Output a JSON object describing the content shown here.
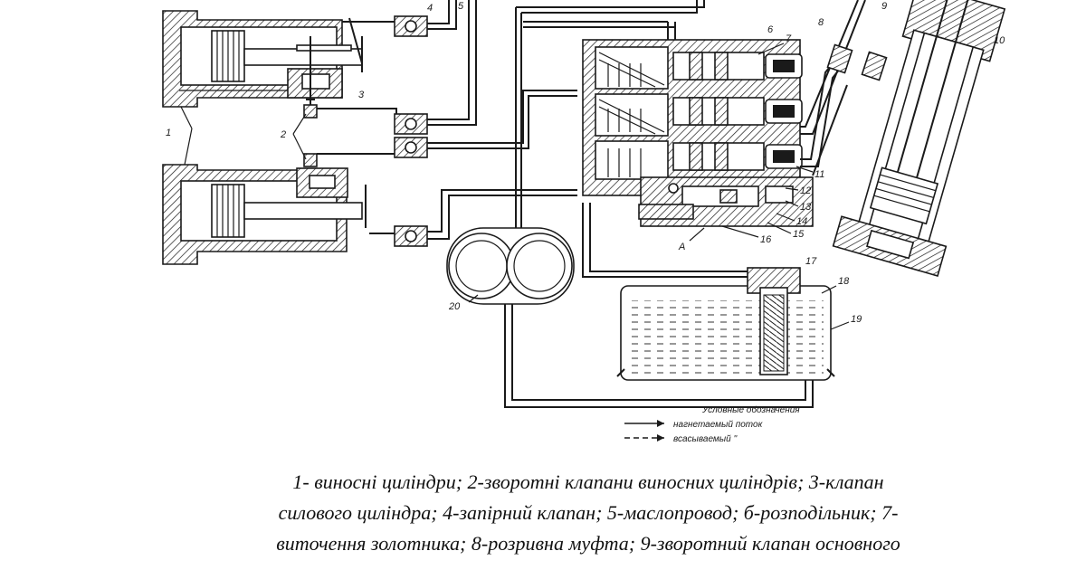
{
  "diagram": {
    "callouts": [
      "1",
      "2",
      "3",
      "4",
      "5",
      "6",
      "7",
      "8",
      "9",
      "10",
      "11",
      "12",
      "13",
      "14",
      "15",
      "16",
      "17",
      "18",
      "19",
      "20",
      "A"
    ],
    "legend": {
      "title": "Условные обозначения",
      "items": [
        {
          "label": "нагнетаемый поток",
          "style": "solid-arrow"
        },
        {
          "label": "всасываемый  ''",
          "style": "dashed-arrow"
        }
      ]
    }
  },
  "caption": {
    "lines": [
      "1- виносні циліндри; 2-зворотні клапани виносних циліндрів; 3-клапан",
      "силового циліндра; 4-запірний клапан; 5-маслопровод; б-розподільник; 7-",
      "виточення золотника; 8-розривна муфта; 9-зворотний клапан основного"
    ]
  }
}
